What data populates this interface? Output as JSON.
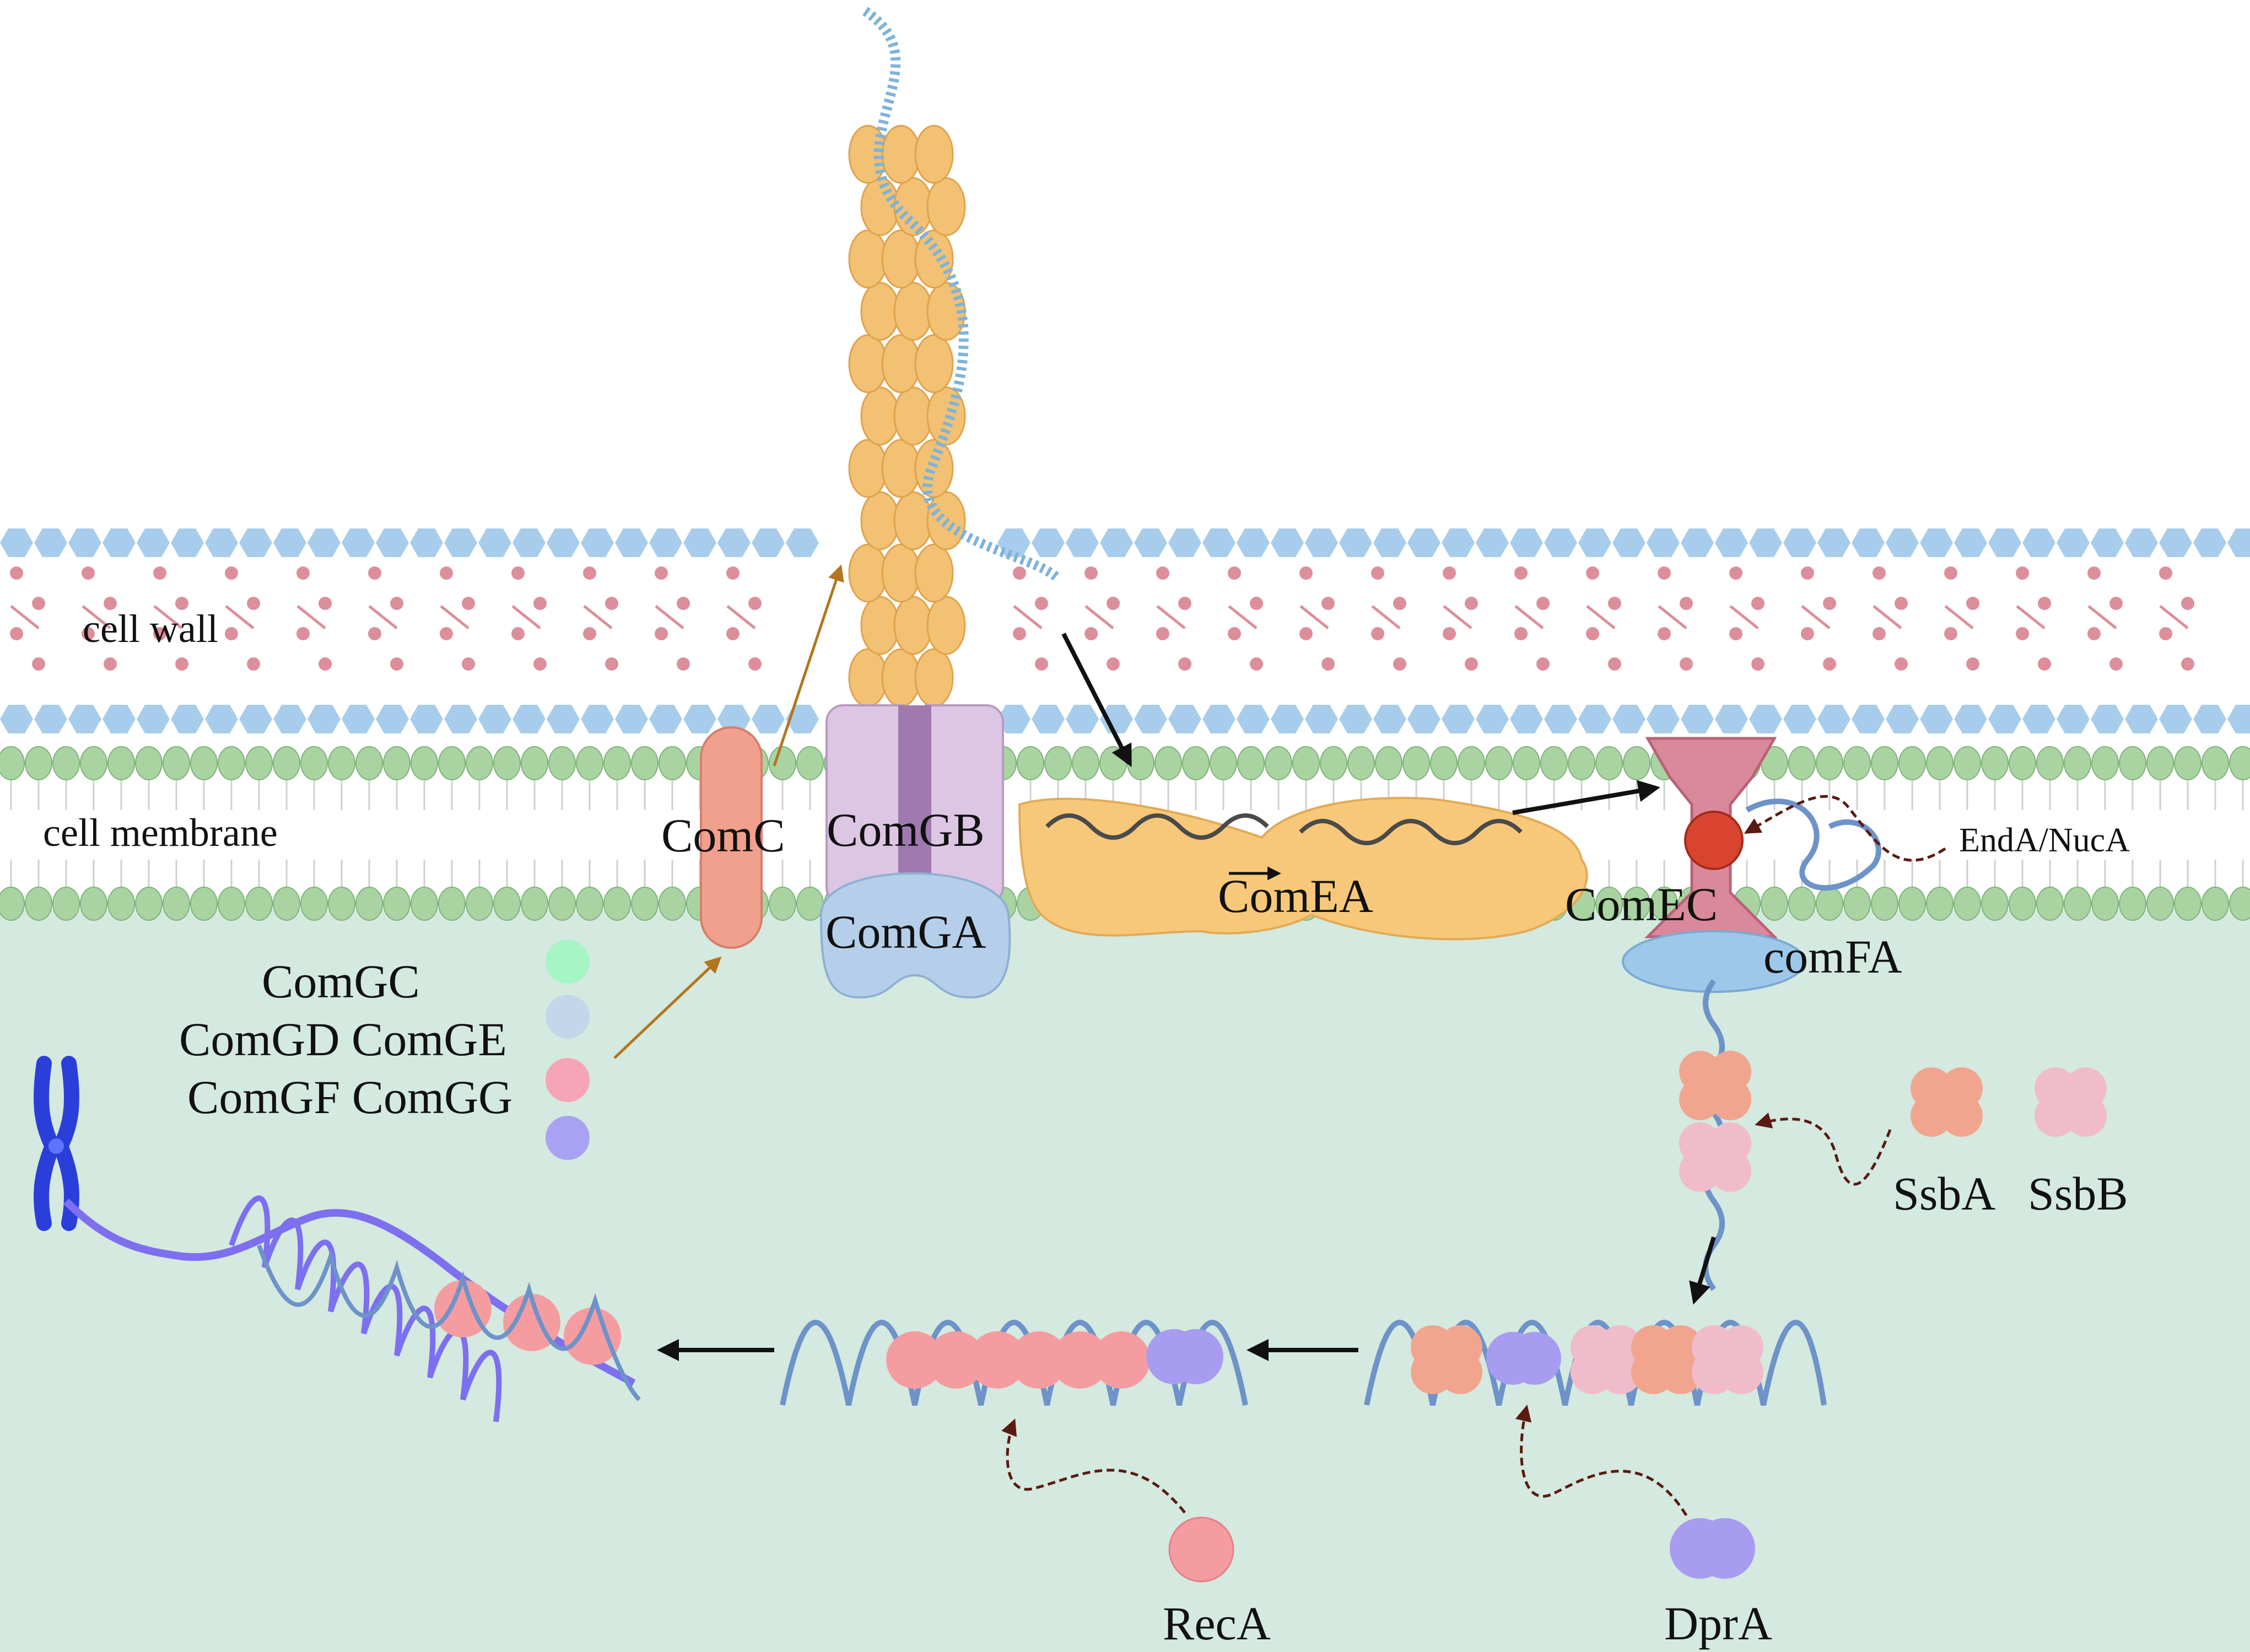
{
  "regions": {
    "cell_wall_label": "cell wall",
    "cell_membrane_label": "cell membrane"
  },
  "proteins": {
    "comC": "ComC",
    "comGB": "ComGB",
    "comGA": "ComGA",
    "comEA": "ComEA",
    "comEC": "ComEC",
    "comFA": "comFA",
    "endA_nucA": "EndA/NucA",
    "ssbA": "SsbA",
    "ssbB": "SsbB",
    "recA": "RecA",
    "dprA": "DprA"
  },
  "legend": {
    "line1": "ComGC",
    "line2": "ComGD ComGE",
    "line3": "ComGF ComGG",
    "swatch_colors": [
      "#a6f5c4",
      "#c2d8ea",
      "#f6a5b8",
      "#a9a2f2"
    ]
  },
  "colors": {
    "cytoplasm": "#d4e9df",
    "peptidoglycan_hex": "#a8cdec",
    "crosslink_dot": "#dc8f9a",
    "lipid_head": "#a9d4a2",
    "pilin": "#f3c173",
    "comC": "#f0a08c",
    "comGB": "#ddc6e3",
    "comGA": "#b5cfea",
    "comEA": "#f8c87a",
    "comEC": "#d9899b",
    "nuclease": "#d8442f",
    "comFA": "#9ec8ea",
    "ssbA": "#f1a58f",
    "ssbB": "#f0bccb",
    "recA": "#f59ca1",
    "dprA": "#a89cf0",
    "chromosome": "#2a3fd9",
    "dna": "#6d93c9"
  }
}
